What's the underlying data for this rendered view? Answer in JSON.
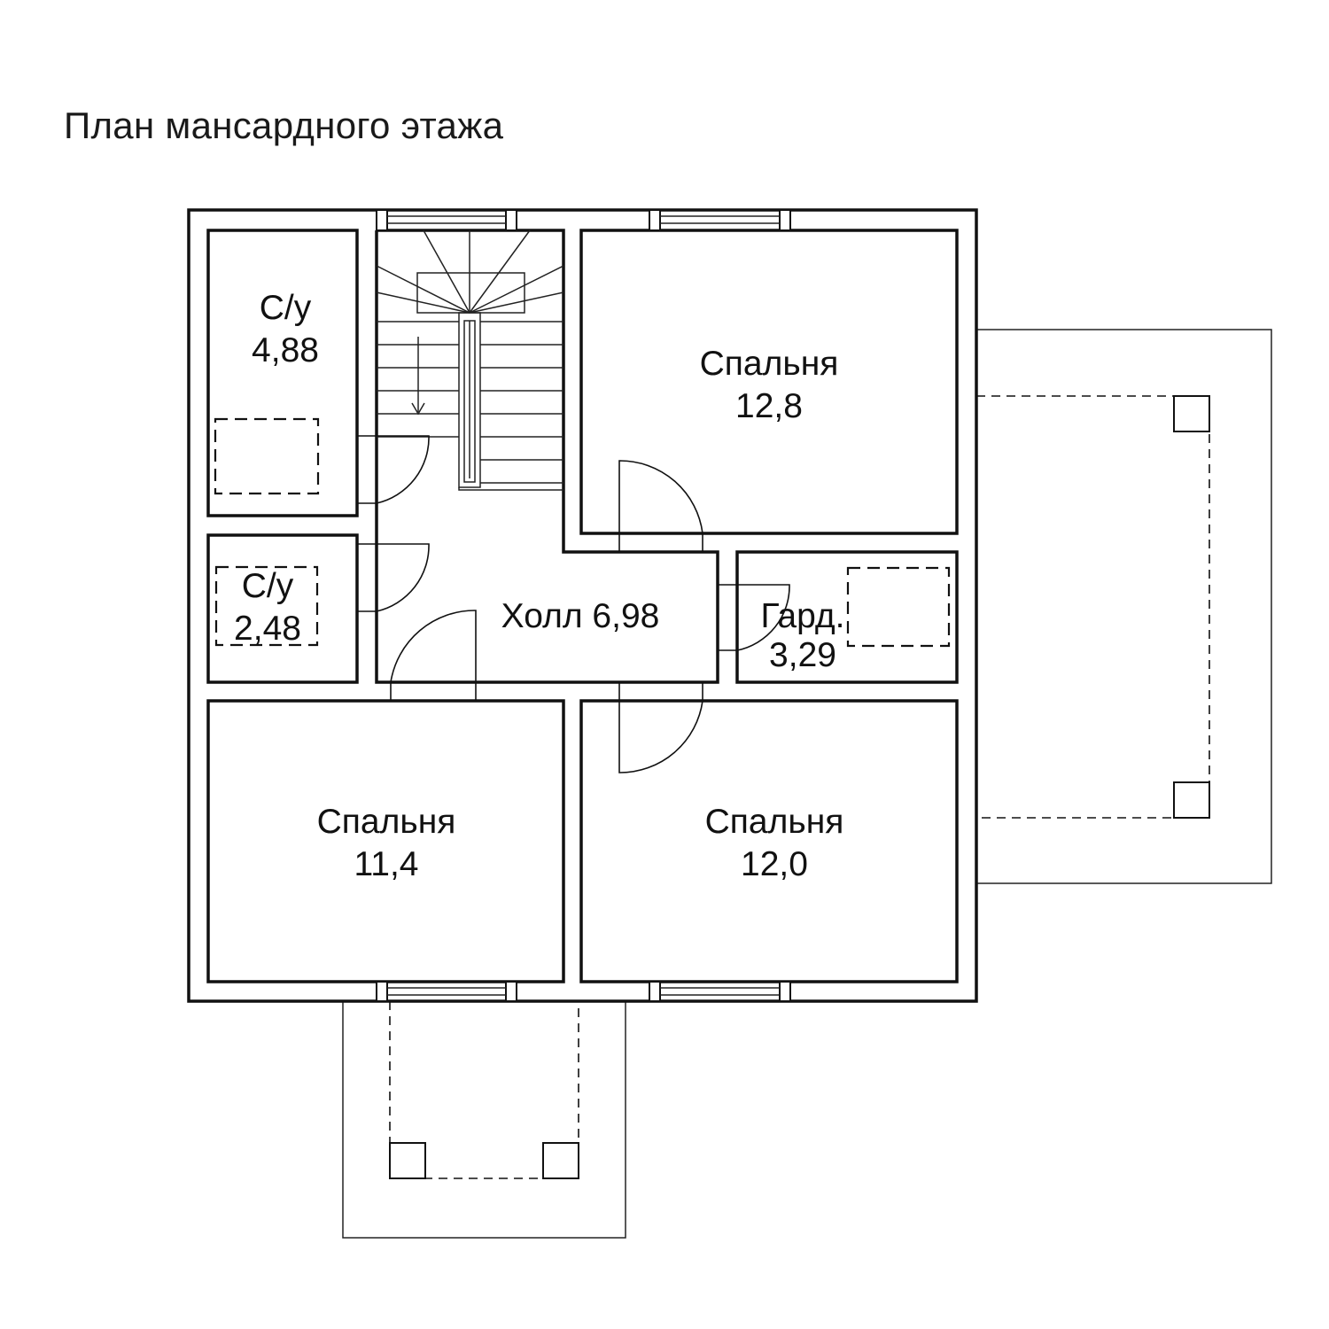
{
  "title": "План мансардного этажа",
  "rooms": {
    "bath1": {
      "name": "С/у",
      "area": "4,88"
    },
    "bath2": {
      "name": "С/у",
      "area": "2,48"
    },
    "bedroom_ne": {
      "name": "Спальня",
      "area": "12,8"
    },
    "hall": {
      "label": "Холл 6,98"
    },
    "wardrobe": {
      "name": "Гард.",
      "area": "3,29"
    },
    "bedroom_sw": {
      "name": "Спальня",
      "area": "11,4"
    },
    "bedroom_se": {
      "name": "Спальня",
      "area": "12,0"
    }
  }
}
